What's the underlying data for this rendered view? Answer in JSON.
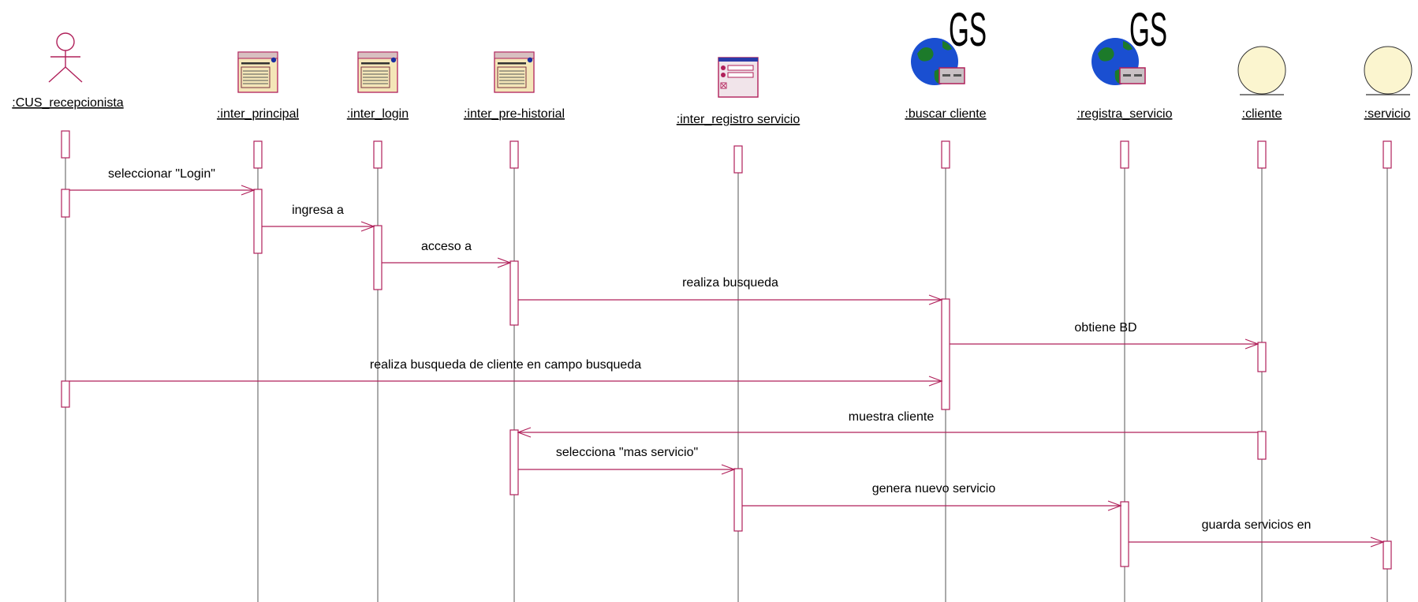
{
  "colors": {
    "accent": "#b0205a",
    "lifeline": "#555555",
    "entity_fill": "#fbf5cf",
    "window_fill": "#f4e6b8",
    "globe_blue": "#1a4fd1",
    "globe_green": "#1c7a2a"
  },
  "objects": [
    {
      "id": "actor",
      "label": ":CUS_recepcionista",
      "icon": "actor-icon"
    },
    {
      "id": "principal",
      "label": ":inter_principal",
      "icon": "window-icon"
    },
    {
      "id": "login",
      "label": ":inter_login",
      "icon": "window-icon"
    },
    {
      "id": "prehist",
      "label": ":inter_pre-historial",
      "icon": "window-icon"
    },
    {
      "id": "registro",
      "label": ":inter_registro servicio",
      "icon": "form-icon"
    },
    {
      "id": "buscar",
      "label": ":buscar cliente",
      "icon": "globe-icon",
      "badge": "GS"
    },
    {
      "id": "registra",
      "label": ":registra_servicio",
      "icon": "globe-icon",
      "badge": "GS"
    },
    {
      "id": "cliente",
      "label": ":cliente",
      "icon": "entity-icon"
    },
    {
      "id": "servicio",
      "label": ":servicio",
      "icon": "entity-icon"
    }
  ],
  "messages": [
    {
      "text": "seleccionar \"Login\"",
      "from": "actor",
      "to": "principal"
    },
    {
      "text": "ingresa a",
      "from": "principal",
      "to": "login"
    },
    {
      "text": "acceso a",
      "from": "login",
      "to": "prehist"
    },
    {
      "text": "realiza busqueda",
      "from": "prehist",
      "to": "buscar"
    },
    {
      "text": "obtiene BD",
      "from": "buscar",
      "to": "cliente"
    },
    {
      "text": "realiza busqueda de cliente en campo busqueda",
      "from": "actor",
      "to": "buscar"
    },
    {
      "text": "muestra cliente",
      "from": "cliente",
      "to": "prehist"
    },
    {
      "text": "selecciona \"mas servicio\"",
      "from": "prehist",
      "to": "registro"
    },
    {
      "text": "genera nuevo servicio",
      "from": "registro",
      "to": "registra"
    },
    {
      "text": "guarda servicios en",
      "from": "registra",
      "to": "servicio"
    }
  ]
}
